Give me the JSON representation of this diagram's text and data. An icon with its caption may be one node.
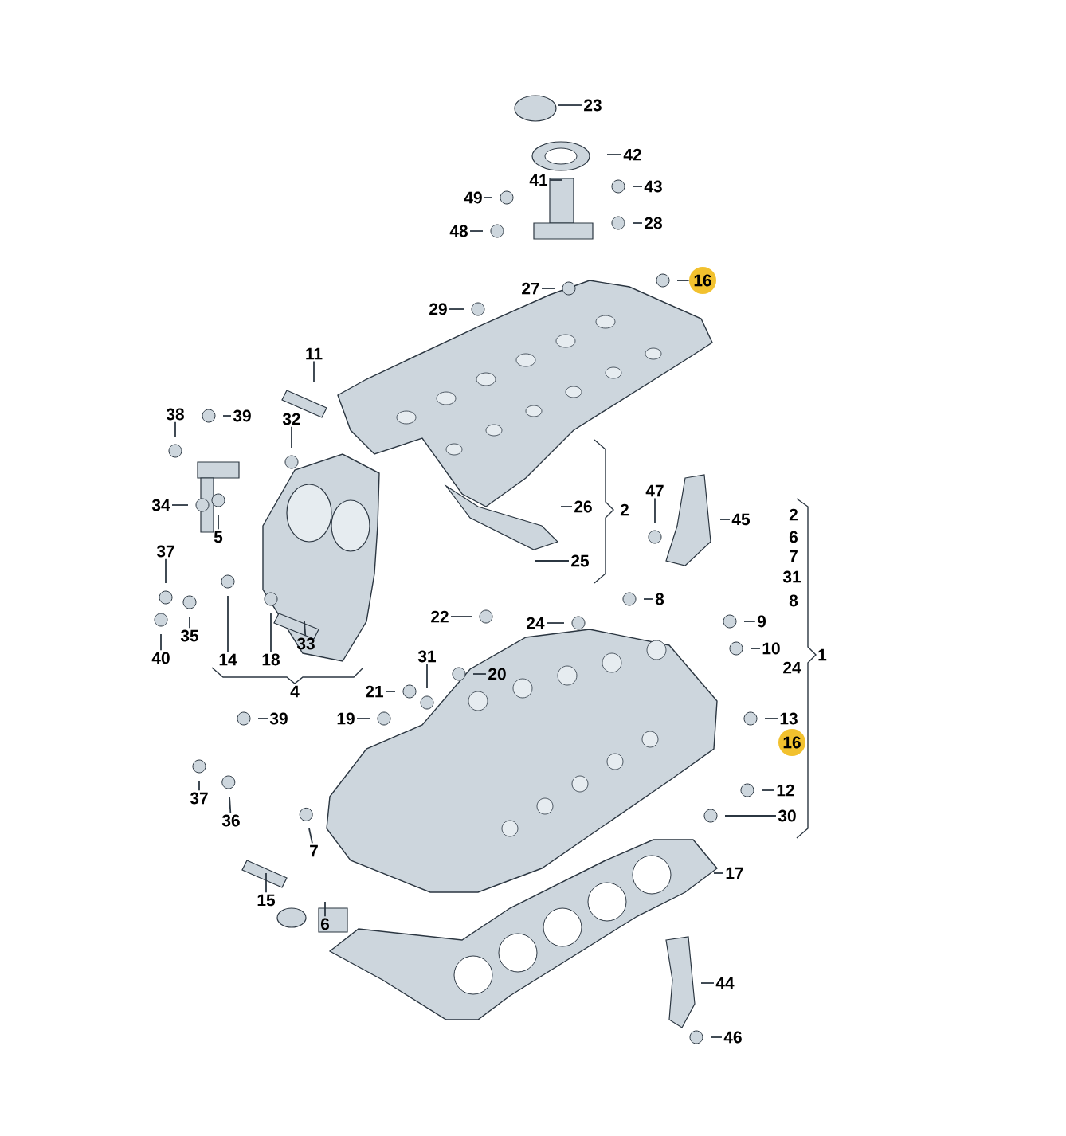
{
  "diagram": {
    "nodes": [
      {
        "text": [
          "23"
        ]
      },
      {
        "text": [
          "42"
        ]
      },
      {
        "text": [
          "41"
        ]
      },
      {
        "text": [
          "43"
        ]
      },
      {
        "text": [
          "49"
        ]
      },
      {
        "text": [
          "28"
        ]
      },
      {
        "text": [
          "48"
        ]
      },
      {
        "text": [
          "16"
        ]
      },
      {
        "text": [
          "27"
        ]
      },
      {
        "text": [
          "29"
        ]
      },
      {
        "text": [
          "11"
        ]
      },
      {
        "text": [
          "38"
        ]
      },
      {
        "text": [
          "39"
        ]
      },
      {
        "text": [
          "32"
        ]
      },
      {
        "text": [
          "47"
        ]
      },
      {
        "text": [
          "34"
        ]
      },
      {
        "text": [
          "26"
        ]
      },
      {
        "text": [
          "45"
        ]
      },
      {
        "text": [
          "5"
        ]
      },
      {
        "text": [
          "37"
        ]
      },
      {
        "text": [
          "25"
        ]
      },
      {
        "text": [
          "8"
        ]
      },
      {
        "text": [
          "22"
        ]
      },
      {
        "text": [
          "24"
        ]
      },
      {
        "text": [
          "9"
        ]
      },
      {
        "text": [
          "35"
        ]
      },
      {
        "text": [
          "33"
        ]
      },
      {
        "text": [
          "10"
        ]
      },
      {
        "text": [
          "31"
        ]
      },
      {
        "text": [
          "40"
        ]
      },
      {
        "text": [
          "14"
        ]
      },
      {
        "text": [
          "18"
        ]
      },
      {
        "text": [
          "20"
        ]
      },
      {
        "text": [
          "21"
        ]
      },
      {
        "text": [
          "13"
        ]
      },
      {
        "text": [
          "19"
        ]
      },
      {
        "text": [
          "39"
        ]
      },
      {
        "text": [
          "12"
        ]
      },
      {
        "text": [
          "37"
        ]
      },
      {
        "text": [
          "30"
        ]
      },
      {
        "text": [
          "36"
        ]
      },
      {
        "text": [
          "7"
        ]
      },
      {
        "text": [
          "17"
        ]
      },
      {
        "text": [
          "15"
        ]
      },
      {
        "text": [
          "6"
        ]
      },
      {
        "text": [
          "44"
        ]
      },
      {
        "text": [
          "46"
        ]
      },
      {
        "text": [
          "16"
        ]
      }
    ],
    "edges": [
      {
        "from": 0,
        "to": null,
        "arrow": "none"
      },
      {
        "from": 1,
        "to": null,
        "arrow": "none"
      },
      {
        "from": 2,
        "to": null,
        "arrow": "none"
      },
      {
        "from": 3,
        "to": null,
        "arrow": "none"
      },
      {
        "from": 4,
        "to": null,
        "arrow": "none"
      },
      {
        "from": 5,
        "to": null,
        "arrow": "none"
      },
      {
        "from": 6,
        "to": null,
        "arrow": "none"
      },
      {
        "from": 7,
        "to": null,
        "arrow": "none"
      },
      {
        "from": 8,
        "to": null,
        "arrow": "none"
      },
      {
        "from": 9,
        "to": null,
        "arrow": "none"
      },
      {
        "from": 10,
        "to": null,
        "arrow": "none"
      },
      {
        "from": 11,
        "to": null,
        "arrow": "none"
      },
      {
        "from": 12,
        "to": null,
        "arrow": "none"
      },
      {
        "from": 13,
        "to": null,
        "arrow": "none"
      },
      {
        "from": 14,
        "to": null,
        "arrow": "none"
      },
      {
        "from": 15,
        "to": null,
        "arrow": "none"
      },
      {
        "from": 16,
        "to": null,
        "arrow": "none"
      },
      {
        "from": 17,
        "to": null,
        "arrow": "none"
      },
      {
        "from": 18,
        "to": null,
        "arrow": "none"
      },
      {
        "from": 19,
        "to": null,
        "arrow": "none"
      },
      {
        "from": 20,
        "to": null,
        "arrow": "none"
      },
      {
        "from": 21,
        "to": null,
        "arrow": "none"
      },
      {
        "from": 22,
        "to": null,
        "arrow": "none"
      },
      {
        "from": 23,
        "to": null,
        "arrow": "none"
      },
      {
        "from": 24,
        "to": null,
        "arrow": "none"
      },
      {
        "from": 25,
        "to": null,
        "arrow": "none"
      },
      {
        "from": 26,
        "to": null,
        "arrow": "none"
      },
      {
        "from": 27,
        "to": null,
        "arrow": "none"
      },
      {
        "from": 28,
        "to": null,
        "arrow": "none"
      },
      {
        "from": 29,
        "to": null,
        "arrow": "none"
      },
      {
        "from": 30,
        "to": null,
        "arrow": "none"
      },
      {
        "from": 31,
        "to": null,
        "arrow": "none"
      },
      {
        "from": 32,
        "to": null,
        "arrow": "none"
      },
      {
        "from": 33,
        "to": null,
        "arrow": "none"
      },
      {
        "from": 34,
        "to": null,
        "arrow": "none"
      },
      {
        "from": 35,
        "to": null,
        "arrow": "none"
      },
      {
        "from": 36,
        "to": null,
        "arrow": "none"
      },
      {
        "from": 37,
        "to": null,
        "arrow": "none"
      },
      {
        "from": 38,
        "to": null,
        "arrow": "none"
      },
      {
        "from": 39,
        "to": null,
        "arrow": "none"
      },
      {
        "from": 40,
        "to": null,
        "arrow": "none"
      },
      {
        "from": 41,
        "to": null,
        "arrow": "none"
      },
      {
        "from": 42,
        "to": null,
        "arrow": "none"
      },
      {
        "from": 43,
        "to": null,
        "arrow": "none"
      },
      {
        "from": 44,
        "to": null,
        "arrow": "none"
      },
      {
        "from": 45,
        "to": null,
        "arrow": "none"
      },
      {
        "from": 46,
        "to": null,
        "arrow": "none"
      }
    ],
    "labels": [
      "2",
      "2",
      "6",
      "7",
      "31",
      "8",
      "1",
      "24",
      "4"
    ]
  }
}
